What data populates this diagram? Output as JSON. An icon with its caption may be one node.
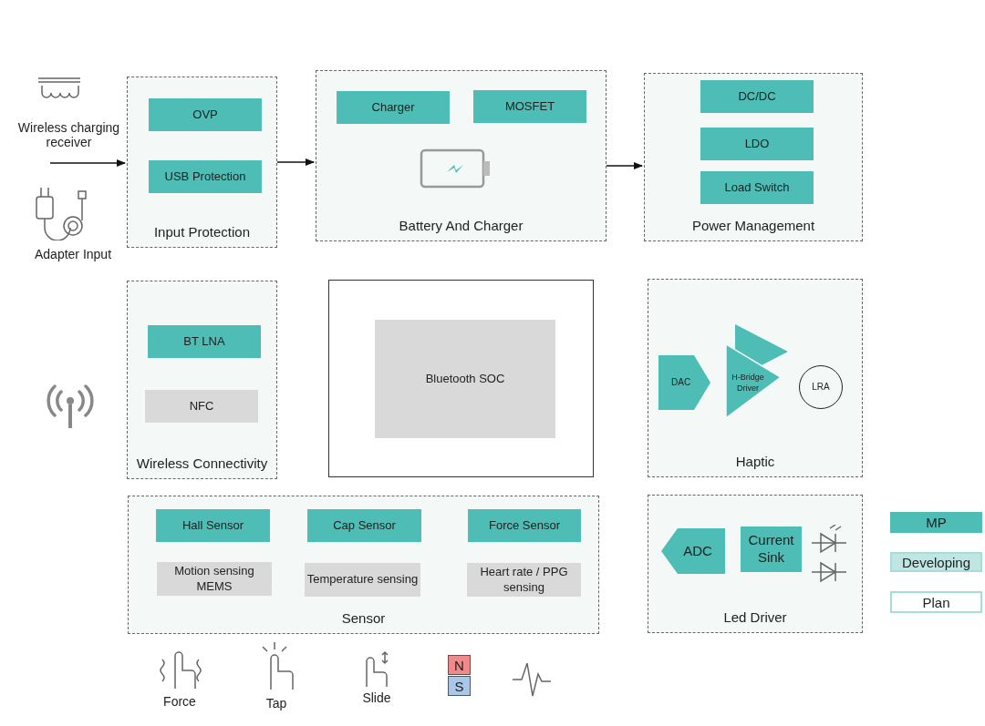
{
  "diagram": {
    "nodes": [
      {
        "text": [
          "Input Protection"
        ]
      },
      {
        "text": [
          "OVP"
        ],
        "in": 0
      },
      {
        "text": [
          "USB Protection"
        ],
        "in": 0
      },
      {
        "text": [
          "Battery And Charger"
        ]
      },
      {
        "text": [
          "Charger"
        ],
        "in": 3
      },
      {
        "text": [
          "MOSFET"
        ],
        "in": 3
      },
      {
        "text": [
          "Power Management"
        ]
      },
      {
        "text": [
          "DC/DC"
        ],
        "in": 6
      },
      {
        "text": [
          "LDO"
        ],
        "in": 6
      },
      {
        "text": [
          "Load Switch"
        ],
        "in": 6
      },
      {
        "text": [
          "Wireless Connectivity"
        ]
      },
      {
        "text": [
          "BT LNA"
        ],
        "in": 10
      },
      {
        "text": [
          "NFC"
        ],
        "in": 10
      },
      {
        "text": [],
        "shape": "box"
      },
      {
        "text": [
          "Bluetooth SOC"
        ],
        "in": 13
      },
      {
        "text": [
          "Haptic"
        ]
      },
      {
        "text": [
          "DAC"
        ],
        "in": 15
      },
      {
        "text": [
          "H-Bridge Driver"
        ],
        "in": 15
      },
      {
        "text": [
          "LRA"
        ],
        "in": 15
      },
      {
        "text": [
          "Sensor"
        ]
      },
      {
        "text": [
          "Hall Sensor"
        ],
        "in": 19
      },
      {
        "text": [
          "Cap Sensor"
        ],
        "in": 19
      },
      {
        "text": [
          "Force Sensor"
        ],
        "in": 19
      },
      {
        "text": [
          "Motion sensing MEMS"
        ],
        "in": 19
      },
      {
        "text": [
          "Temperature sensing"
        ],
        "in": 19
      },
      {
        "text": [
          "Heart rate / PPG sensing"
        ],
        "in": 19
      },
      {
        "text": [
          "Led Driver"
        ]
      },
      {
        "text": [
          "ADC"
        ],
        "in": 26
      },
      {
        "text": [
          "Current Sink"
        ],
        "in": 26
      }
    ],
    "edges": [
      {
        "from": null,
        "to": 0,
        "arrow": "to"
      },
      {
        "from": 0,
        "to": 3,
        "arrow": "to"
      },
      {
        "from": 3,
        "to": 6,
        "arrow": "to"
      }
    ],
    "labels": [
      "Wireless charging receiver",
      "Adapter Input",
      "Force",
      "Tap",
      "Slide",
      "N",
      "S"
    ],
    "legend": [
      {
        "text": "MP",
        "color": "#4dbdb5"
      },
      {
        "text": "Developing",
        "color": "#bfe6e3"
      },
      {
        "text": "Plan",
        "color": "#ffffff"
      }
    ]
  }
}
